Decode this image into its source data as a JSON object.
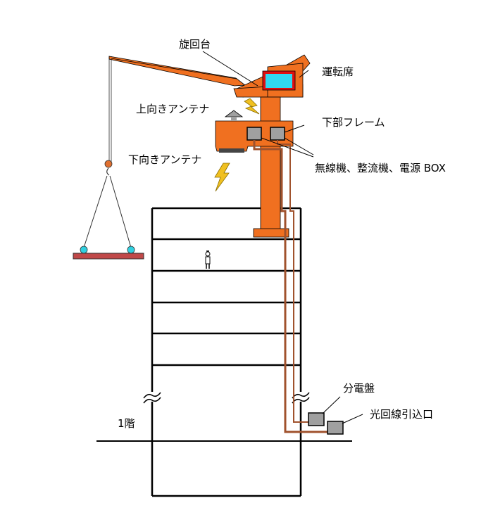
{
  "labels": {
    "slewing_table": "旋回台",
    "operator_cab": "運転席",
    "upward_antenna": "上向きアンテナ",
    "lower_frame": "下部フレーム",
    "downward_antenna": "下向きアンテナ",
    "equipment_boxes": "無線機、整流機、電源 BOX",
    "distribution_board": "分電盤",
    "first_floor": "1階",
    "fiber_entry": "光回線引込口"
  },
  "colors": {
    "crane_orange": "#f07020",
    "cab_frame": "#e01010",
    "cab_window": "#30d8f0",
    "cable_brown": "#a0522d",
    "box_gray": "#a0a0a0",
    "lightning_yellow": "#f0c020",
    "beam_red": "#c04848",
    "float_cyan": "#30d0e0",
    "hook_orange": "#e07030"
  }
}
